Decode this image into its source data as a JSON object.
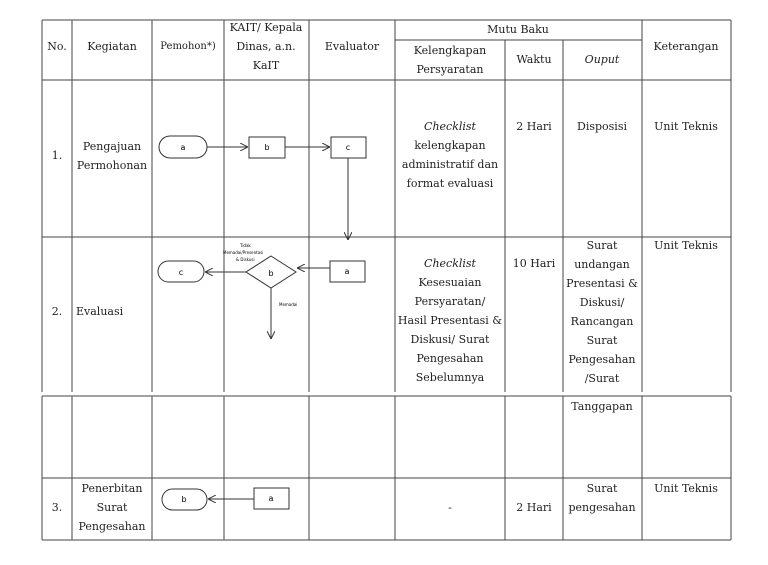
{
  "table": {
    "headers": {
      "no": "No.",
      "kegiatan": "Kegiatan",
      "pemohon": "Pemohon*)",
      "kait": [
        "KAIT/ Kepala",
        "Dinas, a.n.",
        "KaIT"
      ],
      "evaluator": "Evaluator",
      "mutu_baku": "Mutu Baku",
      "kelengkapan": [
        "Kelengkapan",
        "Persyaratan"
      ],
      "waktu": "Waktu",
      "output": "Ouput",
      "keterangan": "Keterangan"
    },
    "rows": [
      {
        "no": "1.",
        "kegiatan": [
          "Pengajuan",
          "Permohonan"
        ],
        "kelengkapan_title": "Checklist",
        "kelengkapan": [
          "kelengkapan",
          "administratif dan",
          "format evaluasi"
        ],
        "waktu": "2 Hari",
        "output": [
          "Disposisi"
        ],
        "keterangan": "Unit Teknis"
      },
      {
        "no": "2.",
        "kegiatan": [
          "Evaluasi"
        ],
        "kelengkapan_title": "Checklist",
        "kelengkapan": [
          "Kesesuaian",
          "Persyaratan/",
          "Hasil Presentasi &",
          "Diskusi/ Surat",
          "Pengesahan",
          "Sebelumnya"
        ],
        "waktu": "10 Hari",
        "output": [
          "Surat",
          "undangan",
          "Presentasi &",
          "Diskusi/",
          "Rancangan",
          "Surat",
          "Pengesahan",
          "/Surat"
        ],
        "output_cont": "Tanggapan",
        "keterangan": "Unit Teknis"
      },
      {
        "no": "3.",
        "kegiatan": [
          "Penerbitan",
          "Surat",
          "Pengesahan"
        ],
        "kelengkapan": [
          "-"
        ],
        "waktu": "2 Hari",
        "output": [
          "Surat",
          "pengesahan"
        ],
        "keterangan": "Unit Teknis"
      }
    ]
  },
  "flowchart": {
    "row1": {
      "pemohon_node": "a",
      "kait_node": "b",
      "evaluator_node": "c"
    },
    "row2": {
      "pemohon_node": "c",
      "decision": "b",
      "evaluator_node": "a",
      "not_ok_label": [
        "Tidak",
        "Memadai/Presentasi",
        "& Diskusi"
      ],
      "ok_label": "Memadai"
    },
    "row3": {
      "pemohon_node": "b",
      "kait_node": "a"
    }
  }
}
